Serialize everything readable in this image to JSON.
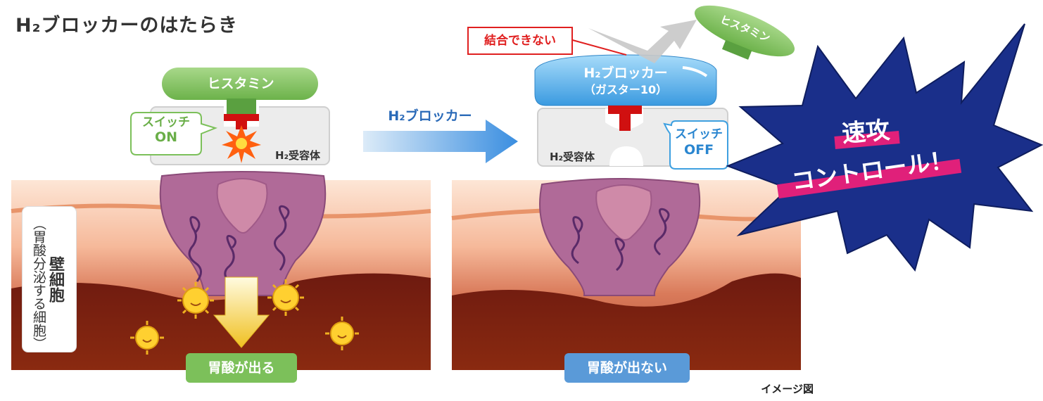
{
  "title": "H₂ブロッカーのはたらき",
  "left": {
    "histamine_label": "ヒスタミン",
    "switch_label_1": "スイッチ",
    "switch_label_2": "ON",
    "receptor_label": "H₂受容体",
    "result_label": "胃酸が出る"
  },
  "arrow_label": "H₂ブロッカー",
  "right": {
    "cannot_bind_label": "結合できない",
    "blocker_label_1": "H₂ブロッカー",
    "blocker_label_2": "（ガスター10）",
    "histamine_label": "ヒスタミン",
    "switch_label_1": "スイッチ",
    "switch_label_2": "OFF",
    "receptor_label": "H₂受容体",
    "result_label": "胃酸が出ない"
  },
  "cell_label": {
    "main": "壁細胞",
    "sub": "（胃酸分泌する細胞）"
  },
  "burst": {
    "line1": "速攻",
    "line2": "コントロール！"
  },
  "note": "イメージ図",
  "colors": {
    "green": "#7cc05a",
    "blue": "#3ea0e0",
    "red": "#e02020",
    "purple": "#b06a98",
    "navy": "#1a2f8a",
    "pink": "#e0207a"
  }
}
